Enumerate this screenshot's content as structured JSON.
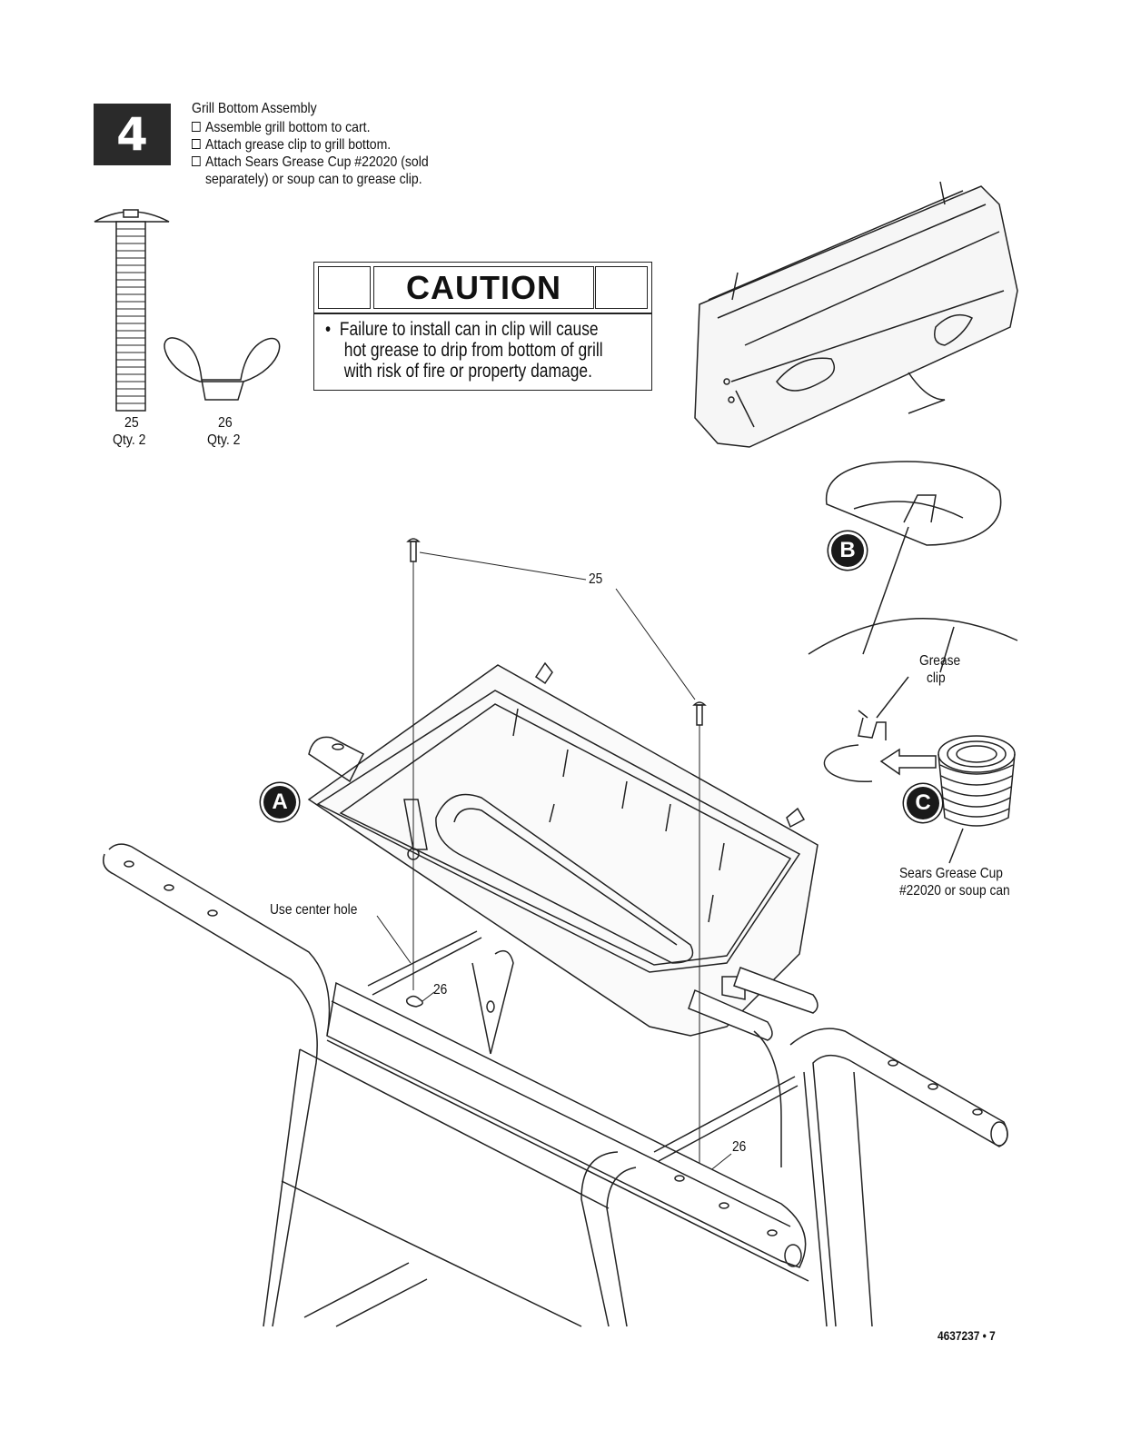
{
  "step": {
    "number": "4",
    "title": "Grill Bottom Assembly",
    "items": [
      "Assemble grill bottom to cart.",
      "Attach grease clip to grill bottom.",
      "Attach Sears Grease Cup #22020 (sold\nseparately) or soup can to grease clip."
    ]
  },
  "parts": [
    {
      "number": "25",
      "qty": "Qty. 2"
    },
    {
      "number": "26",
      "qty": "Qty. 2"
    }
  ],
  "caution": {
    "title": "CAUTION",
    "bullet": "•",
    "lines": [
      "Failure to install can in clip will cause",
      "hot grease to drip from bottom of grill",
      "with risk of fire or property damage."
    ]
  },
  "callouts": {
    "screw_ref": "25",
    "nut_ref_1": "26",
    "nut_ref_2": "26",
    "use_center_hole": "Use center hole",
    "grease_clip_line1": "Grease",
    "grease_clip_line2": "clip",
    "grease_cup_line1": "Sears Grease Cup",
    "grease_cup_line2": "#22020 or soup can"
  },
  "badges": {
    "a": "A",
    "b": "B",
    "c": "C"
  },
  "footer": "4637237  •  7"
}
